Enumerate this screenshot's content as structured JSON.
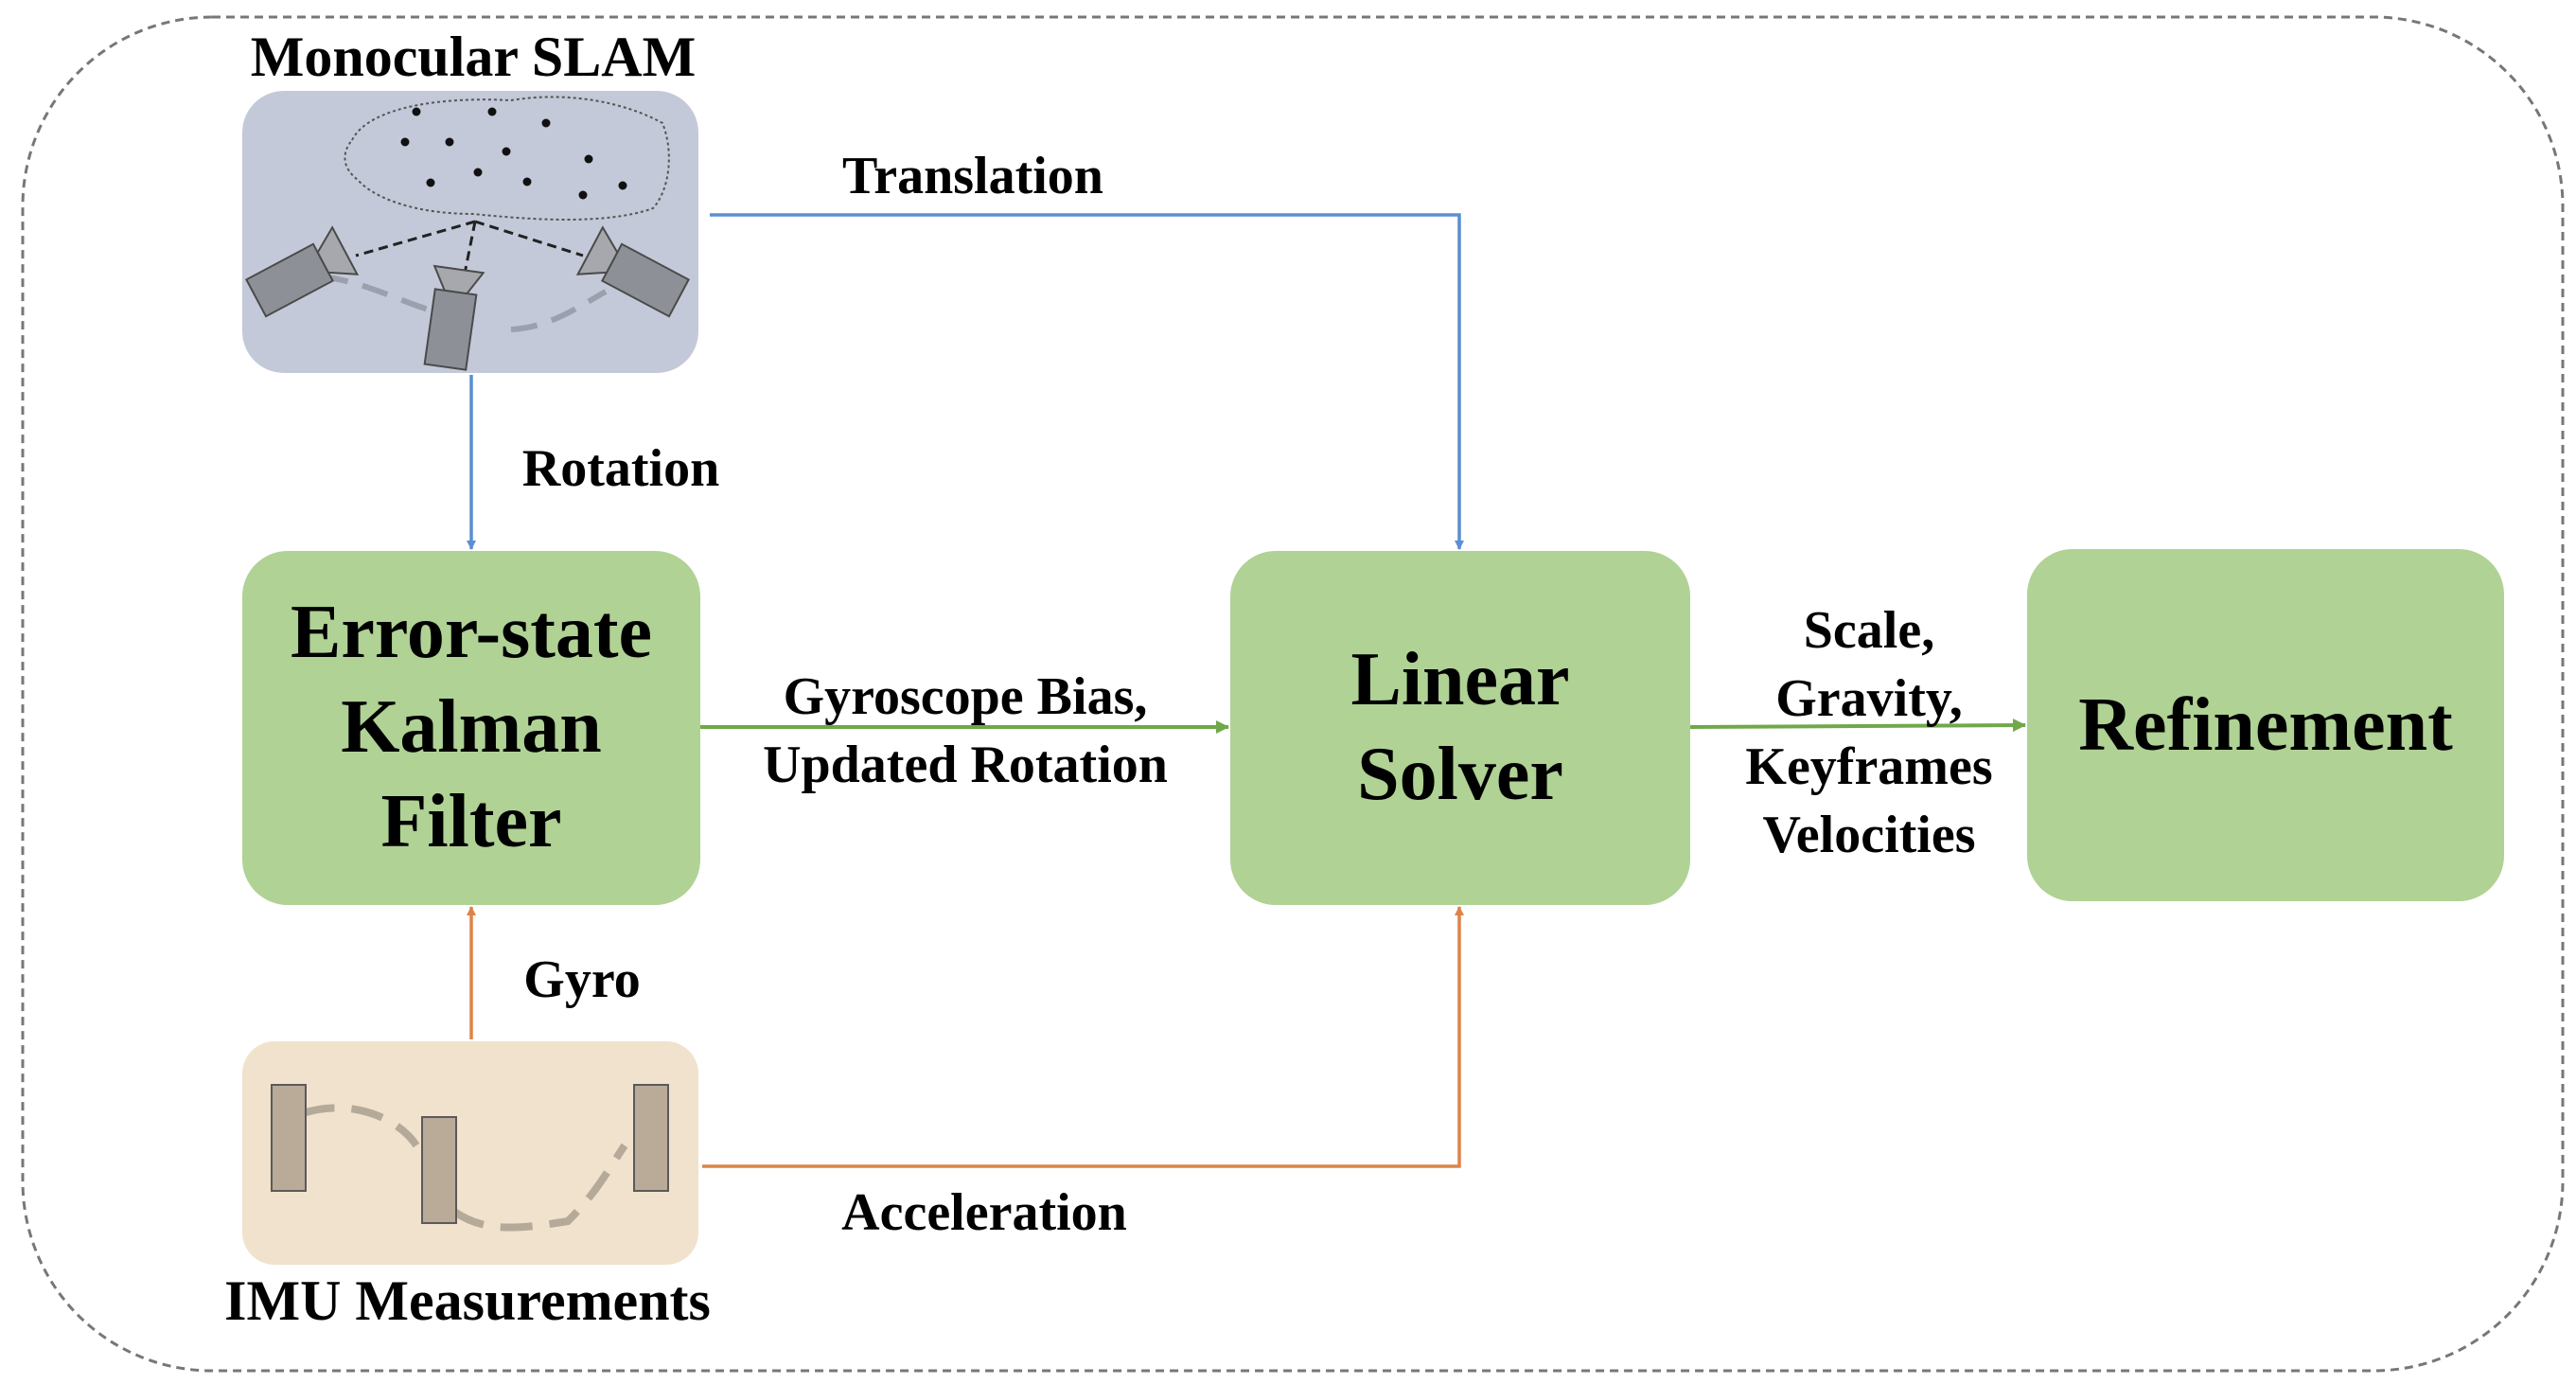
{
  "diagram": {
    "inputs": {
      "slam": {
        "title": "Monocular SLAM"
      },
      "imu": {
        "title": "IMU Measurements"
      }
    },
    "blocks": {
      "eskf": {
        "line1": "Error-state",
        "line2": "Kalman",
        "line3": "Filter"
      },
      "solver": {
        "line1": "Linear",
        "line2": "Solver"
      },
      "refine": {
        "label": "Refinement"
      }
    },
    "edges": {
      "translation": "Translation",
      "rotation": "Rotation",
      "gyro": "Gyro",
      "acceleration": "Acceleration",
      "eskf_to_solver": {
        "line1": "Gyroscope Bias,",
        "line2": "Updated Rotation"
      },
      "solver_to_refine": {
        "line1": "Scale,",
        "line2": "Gravity,",
        "line3": "Keyframes",
        "line4": "Velocities"
      }
    },
    "colors": {
      "green_block": "#b0d295",
      "slam_panel": "#c3c9d8",
      "imu_panel": "#f1e2cd",
      "blue_arrow": "#5b8fd1",
      "green_arrow": "#70a84a",
      "orange_arrow": "#de8348",
      "frame": "#666666"
    }
  }
}
